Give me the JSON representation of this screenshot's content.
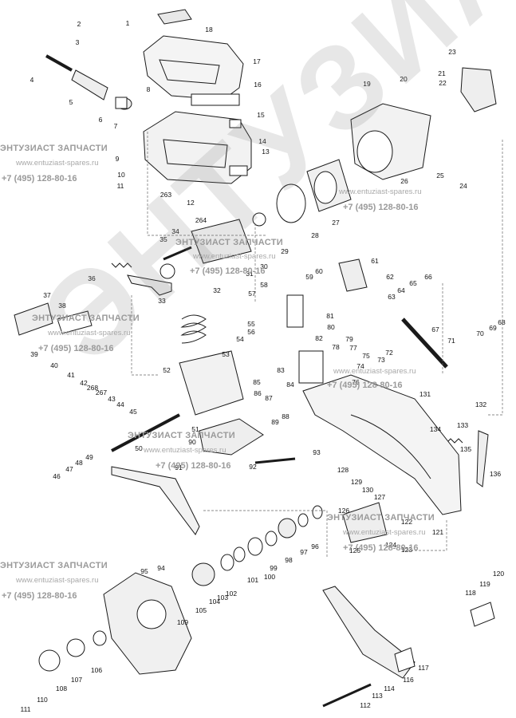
{
  "watermark": {
    "big_text": "ЭНТУЗИАСТ",
    "title": "ЭНТУЗИАСТ ЗАПЧАСТИ",
    "url": "www.entuziast-spares.ru",
    "phone": "+7 (495) 128-80-16"
  },
  "part_numbers": [
    "1",
    "2",
    "3",
    "4",
    "5",
    "6",
    "7",
    "8",
    "9",
    "10",
    "11",
    "12",
    "13",
    "14",
    "15",
    "16",
    "17",
    "18",
    "19",
    "20",
    "21",
    "22",
    "23",
    "24",
    "25",
    "26",
    "27",
    "28",
    "29",
    "30",
    "31",
    "32",
    "33",
    "34",
    "35",
    "36",
    "37",
    "38",
    "39",
    "40",
    "41",
    "42",
    "43",
    "44",
    "45",
    "46",
    "47",
    "48",
    "49",
    "50",
    "51",
    "52",
    "53",
    "54",
    "55",
    "56",
    "57",
    "58",
    "59",
    "60",
    "61",
    "62",
    "63",
    "64",
    "65",
    "66",
    "67",
    "68",
    "69",
    "70",
    "71",
    "72",
    "73",
    "74",
    "75",
    "76",
    "77",
    "78",
    "79",
    "80",
    "81",
    "82",
    "83",
    "84",
    "85",
    "86",
    "87",
    "88",
    "89",
    "90",
    "91",
    "92",
    "93",
    "94",
    "95",
    "96",
    "97",
    "98",
    "99",
    "100",
    "101",
    "102",
    "103",
    "104",
    "105",
    "106",
    "107",
    "108",
    "109",
    "110",
    "111",
    "112",
    "113",
    "114",
    "116",
    "117",
    "118",
    "119",
    "120",
    "121",
    "122",
    "123",
    "124",
    "125",
    "126",
    "127",
    "128",
    "129",
    "130",
    "131",
    "132",
    "133",
    "134",
    "135",
    "136",
    "263",
    "264",
    "267",
    "268"
  ]
}
